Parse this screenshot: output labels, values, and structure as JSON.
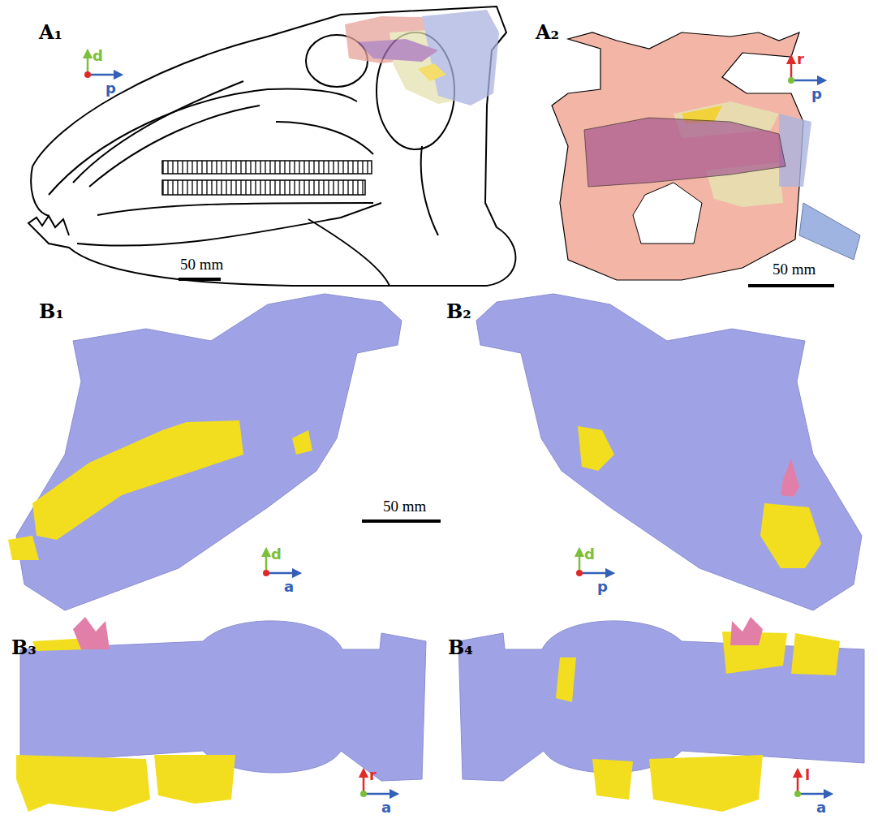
{
  "diagram": {
    "labels": [
      "A₁",
      "d",
      "p",
      "50 mm",
      "A₂",
      "r",
      "p",
      "50 mm",
      "B₁",
      "B₂",
      "50 mm",
      "d",
      "a",
      "d",
      "p",
      "B₃",
      "r",
      "a",
      "B₄",
      "l",
      "a"
    ]
  }
}
